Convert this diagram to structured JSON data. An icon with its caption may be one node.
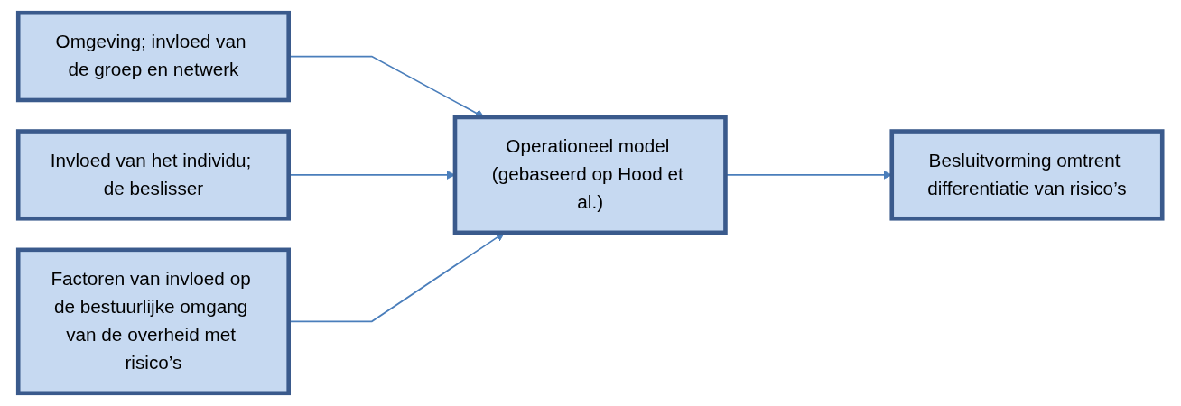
{
  "diagram": {
    "nodes": [
      {
        "text": [
          "Omgeving; invloed van de groep en netwerk"
        ]
      },
      {
        "text": [
          "Invloed van het individu; de beslisser"
        ]
      },
      {
        "text": [
          "Factoren van invloed op de bestuurlijke omgang van de overheid met risico’s"
        ]
      },
      {
        "text": [
          "Operationeel model (gebaseerd op Hood et al.)"
        ]
      },
      {
        "text": [
          "Besluitvorming omtrent differentiatie van risico’s"
        ]
      }
    ],
    "edges": [
      {
        "from": 0,
        "to": 3,
        "arrow": "to"
      },
      {
        "from": 1,
        "to": 3,
        "arrow": "to"
      },
      {
        "from": 2,
        "to": 3,
        "arrow": "to"
      },
      {
        "from": 3,
        "to": 4,
        "arrow": "to"
      }
    ]
  }
}
